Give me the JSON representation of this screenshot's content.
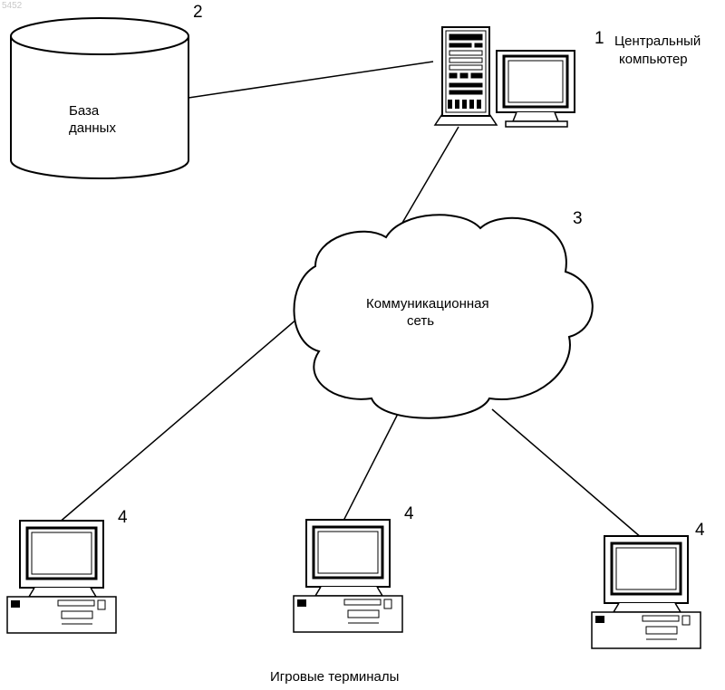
{
  "page_number": "5452",
  "database": {
    "ref": "2",
    "label_line1": "База",
    "label_line2": "данных"
  },
  "central_computer": {
    "ref": "1",
    "label_line1": "Центральный",
    "label_line2": "компьютер"
  },
  "network": {
    "ref": "3",
    "label_line1": "Коммуникационная",
    "label_line2": "сеть"
  },
  "terminals": {
    "refs": [
      "4",
      "4",
      "4"
    ],
    "caption": "Игровые терминалы"
  }
}
